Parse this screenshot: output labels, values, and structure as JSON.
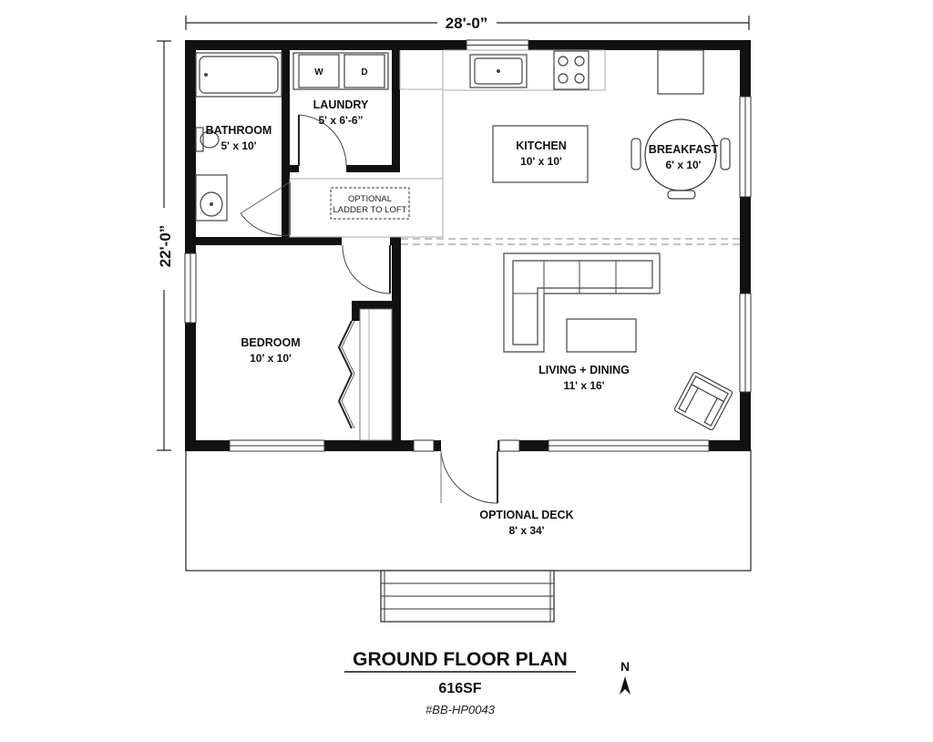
{
  "dimensions": {
    "width": "28'-0”",
    "depth": "22'-0”"
  },
  "rooms": {
    "bathroom": {
      "name": "BATHROOM",
      "size": "5' x 10'"
    },
    "laundry": {
      "name": "LAUNDRY",
      "size": "5' x 6'-6”",
      "washer": "W",
      "dryer": "D"
    },
    "kitchen": {
      "name": "KITCHEN",
      "size": "10' x 10'"
    },
    "breakfast": {
      "name": "BREAKFAST",
      "size": "6' x 10'"
    },
    "ladder": {
      "line1": "OPTIONAL",
      "line2": "LADDER TO LOFT"
    },
    "bedroom": {
      "name": "BEDROOM",
      "size": "10' x 10'"
    },
    "living": {
      "name": "LIVING + DINING",
      "size": "11' x 16'"
    },
    "deck": {
      "name": "OPTIONAL DECK",
      "size": "8' x 34'"
    }
  },
  "title": {
    "main": "GROUND FLOOR PLAN",
    "area": "616SF",
    "code": "#BB-HP0043",
    "north": "N"
  }
}
